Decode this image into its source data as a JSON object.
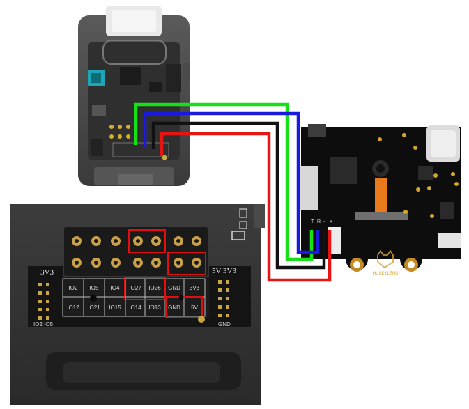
{
  "diagram": {
    "wire_colors": {
      "green": "#16e016",
      "blue": "#1a1adf",
      "black": "#111111",
      "red": "#e81414"
    },
    "closeup": {
      "header_top_row_highlight_count": 2,
      "left_rail_label": "3V3",
      "left_rail_bottom": "IO2  IO5",
      "right_rail_label": "5V  3V3",
      "right_rail_bottom": "GND",
      "pin_row1": [
        "IO2",
        "IO5",
        "IO4",
        "IO27",
        "IO26",
        "GND",
        "3V3"
      ],
      "pin_row2": [
        "IO12",
        "IO21",
        "IO15",
        "IO14",
        "IO13",
        "GND",
        "5V"
      ],
      "highlight_color": "#e01010"
    },
    "huskylens": {
      "brand": "HUSKYLENS",
      "connector_pins": [
        "T",
        "R",
        "-",
        "+"
      ]
    }
  }
}
